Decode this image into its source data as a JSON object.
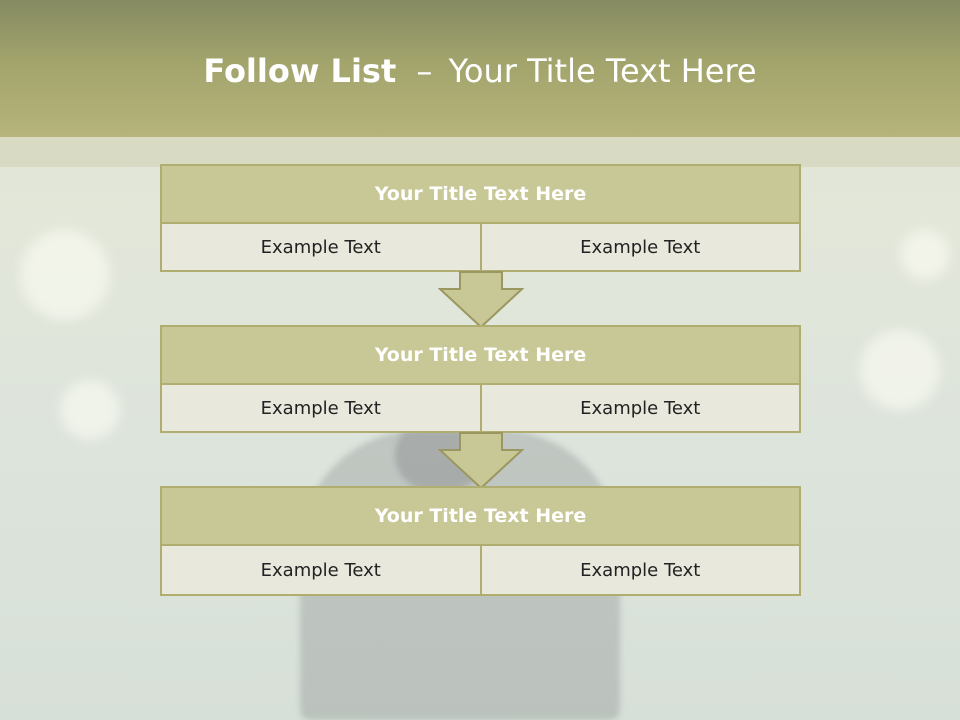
{
  "slide": {
    "title_bold": "Follow List",
    "title_rest": "Your Title Text Here",
    "title_dash": "–"
  },
  "blocks": [
    {
      "header": "Your Title Text Here",
      "left": "Example Text",
      "right": "Example Text"
    },
    {
      "header": "Your Title Text Here",
      "left": "Example Text",
      "right": "Example Text"
    },
    {
      "header": "Your Title Text Here",
      "left": "Example Text",
      "right": "Example Text"
    }
  ],
  "colors": {
    "title_bar": "#a2a46c",
    "header_fill": "#c8c796",
    "border": "#b0ad70",
    "cell_fill": "#e9e8dc"
  }
}
